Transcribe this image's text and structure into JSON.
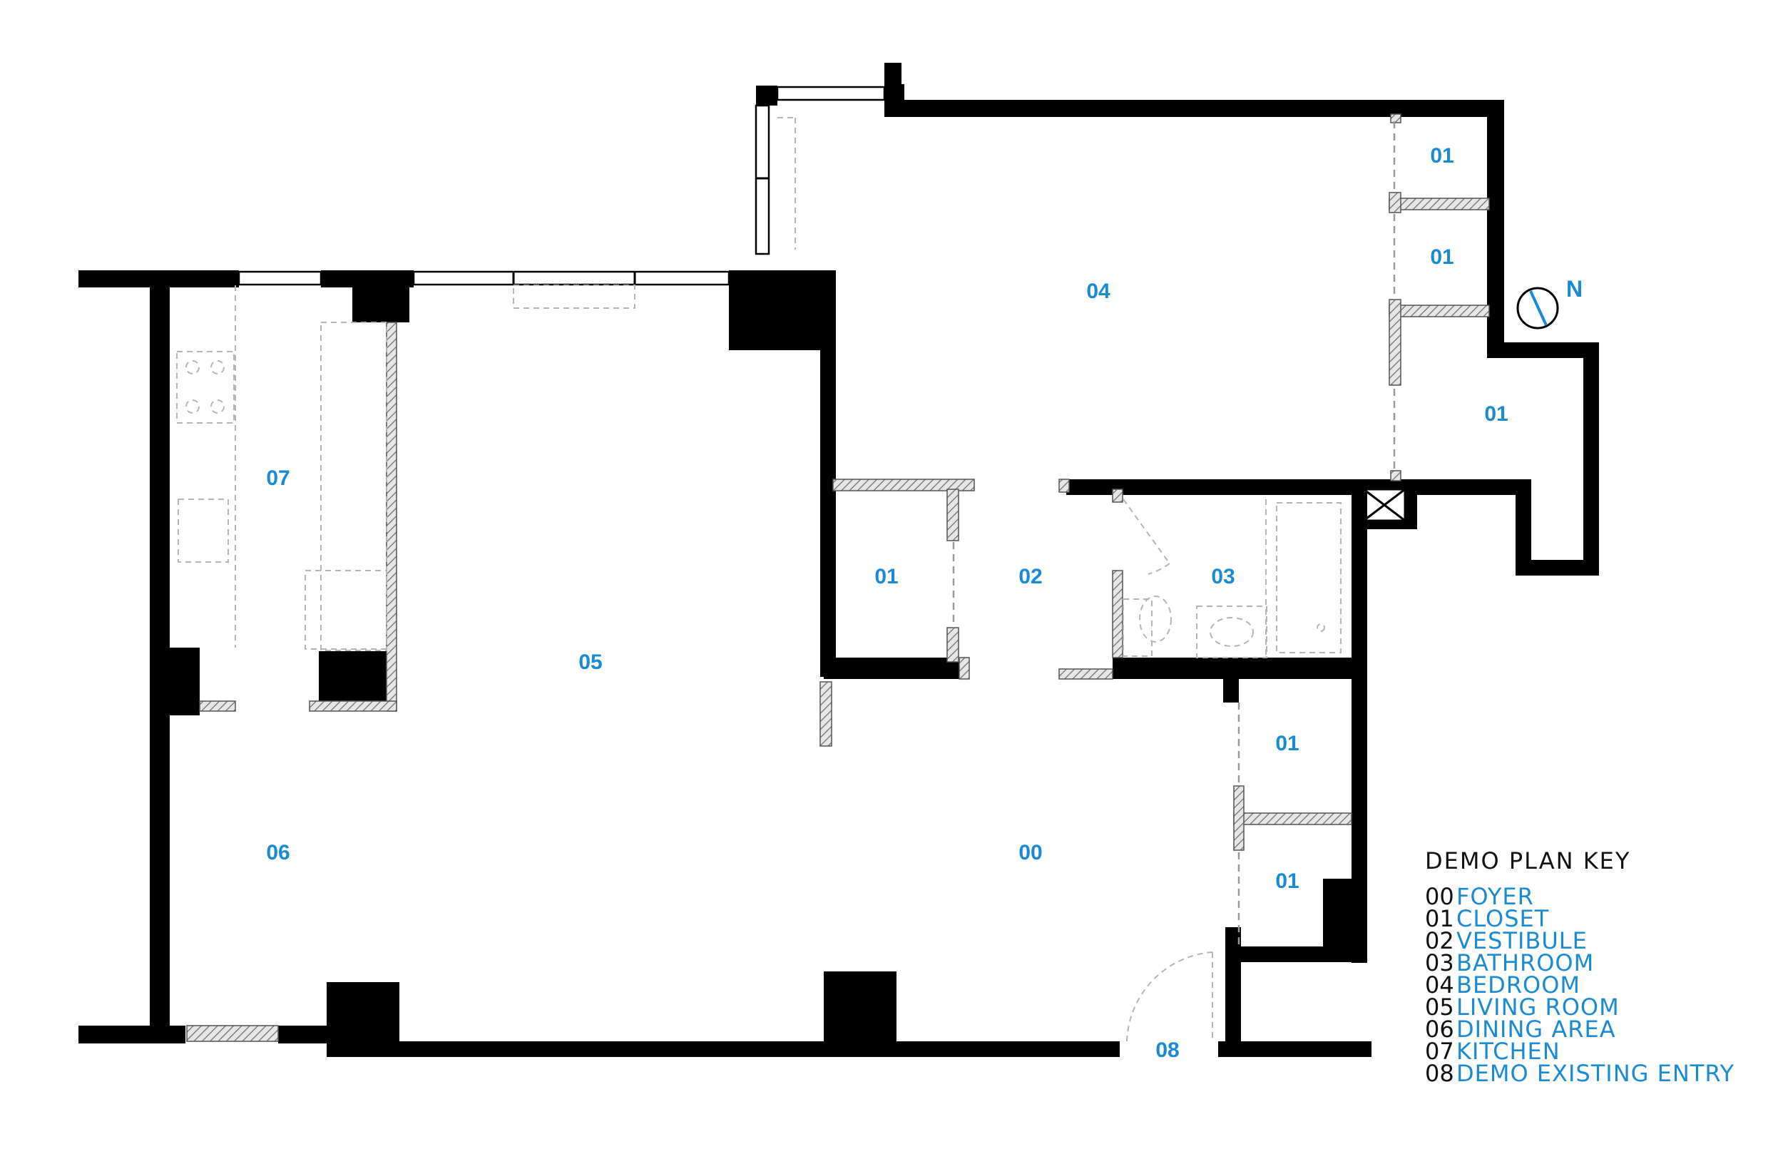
{
  "rooms": {
    "r04": "04",
    "r01_bed_top": "01",
    "r01_bed_mid": "01",
    "r01_bed_low": "01",
    "r07": "07",
    "r01_hall": "01",
    "r02": "02",
    "r03": "03",
    "r05": "05",
    "r01_entry_top": "01",
    "r06": "06",
    "r00": "00",
    "r01_entry_low": "01",
    "r08": "08"
  },
  "compass": {
    "label": "N",
    "icon": "north-arrow-icon"
  },
  "legend": {
    "title": "DEMO PLAN KEY",
    "items": [
      {
        "num": "00",
        "label": "FOYER"
      },
      {
        "num": "01",
        "label": "CLOSET"
      },
      {
        "num": "02",
        "label": "VESTIBULE"
      },
      {
        "num": "03",
        "label": "BATHROOM"
      },
      {
        "num": "04",
        "label": "BEDROOM"
      },
      {
        "num": "05",
        "label": "LIVING ROOM"
      },
      {
        "num": "06",
        "label": "DINING AREA"
      },
      {
        "num": "07",
        "label": "KITCHEN"
      },
      {
        "num": "08",
        "label": "DEMO EXISTING ENTRY"
      }
    ]
  },
  "colors": {
    "wall": "#000000",
    "label": "#1a8ad4",
    "text": "#111111"
  }
}
